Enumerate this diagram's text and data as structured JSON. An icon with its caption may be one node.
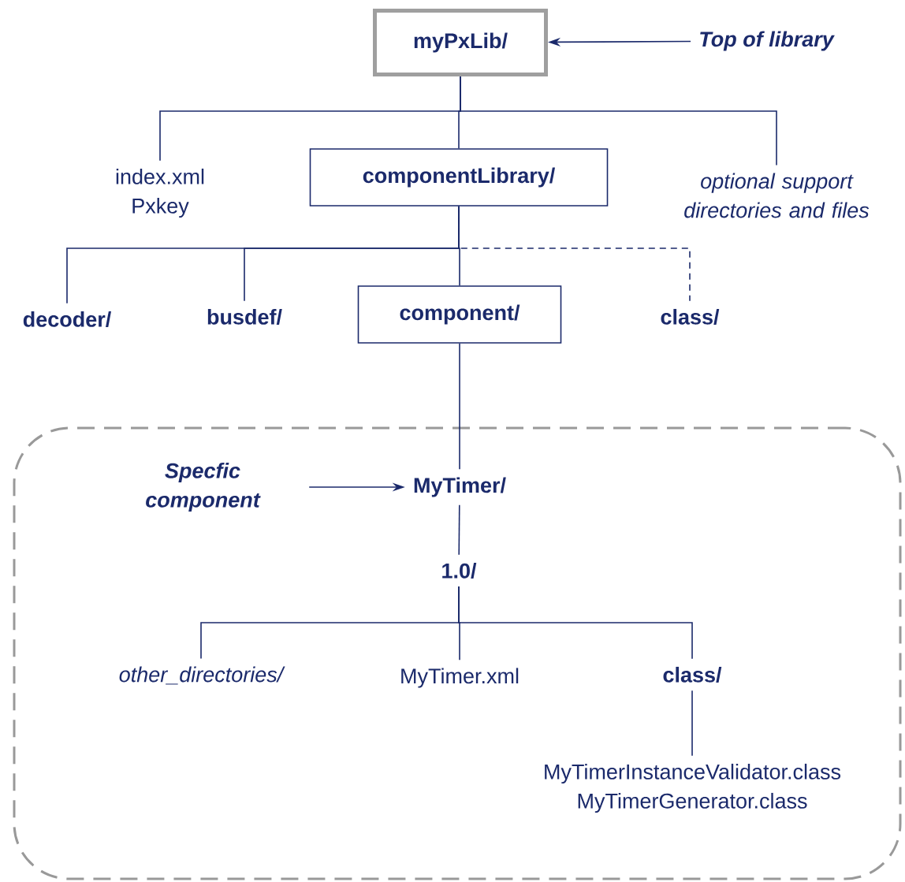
{
  "diagram": {
    "nodes": [
      {
        "text": [
          "myPxLib/"
        ]
      },
      {
        "text": [
          "Top of library"
        ]
      },
      {
        "text": [
          "index.xml",
          "Pxkey"
        ]
      },
      {
        "text": [
          "componentLibrary/"
        ]
      },
      {
        "text": [
          "optional support directories and files"
        ]
      },
      {
        "text": [
          "decoder/"
        ]
      },
      {
        "text": [
          "busdef/"
        ]
      },
      {
        "text": [
          "component/"
        ]
      },
      {
        "text": [
          "class/"
        ]
      },
      {
        "text": [],
        "shape": "box"
      },
      {
        "text": [
          "Specfic component"
        ],
        "in": 9
      },
      {
        "text": [
          "MyTimer/"
        ],
        "in": 9
      },
      {
        "text": [
          "1.0/"
        ],
        "in": 9
      },
      {
        "text": [
          "other_directories/"
        ],
        "in": 9
      },
      {
        "text": [
          "MyTimer.xml"
        ],
        "in": 9
      },
      {
        "text": [
          "class/"
        ],
        "in": 9
      },
      {
        "text": [
          "MyTimerInstanceValidator.class",
          "MyTimerGenerator.class"
        ],
        "in": 9
      }
    ],
    "edges": [
      {
        "from": 1,
        "to": 0,
        "arrow": "to"
      },
      {
        "from": 0,
        "to": 2,
        "arrow": "none"
      },
      {
        "from": 0,
        "to": 3,
        "arrow": "none"
      },
      {
        "from": 0,
        "to": 4,
        "arrow": "none"
      },
      {
        "from": 3,
        "to": 5,
        "arrow": "none"
      },
      {
        "from": 3,
        "to": 6,
        "arrow": "none"
      },
      {
        "from": 3,
        "to": 7,
        "arrow": "none"
      },
      {
        "from": 3,
        "to": 8,
        "arrow": "none",
        "style": "dashed"
      },
      {
        "from": 7,
        "to": 11,
        "arrow": "none"
      },
      {
        "from": 10,
        "to": 11,
        "arrow": "to"
      },
      {
        "from": 11,
        "to": 12,
        "arrow": "none"
      },
      {
        "from": 12,
        "to": 13,
        "arrow": "none"
      },
      {
        "from": 12,
        "to": 14,
        "arrow": "none"
      },
      {
        "from": 12,
        "to": 15,
        "arrow": "none"
      },
      {
        "from": 15,
        "to": 16,
        "arrow": "none"
      }
    ]
  }
}
